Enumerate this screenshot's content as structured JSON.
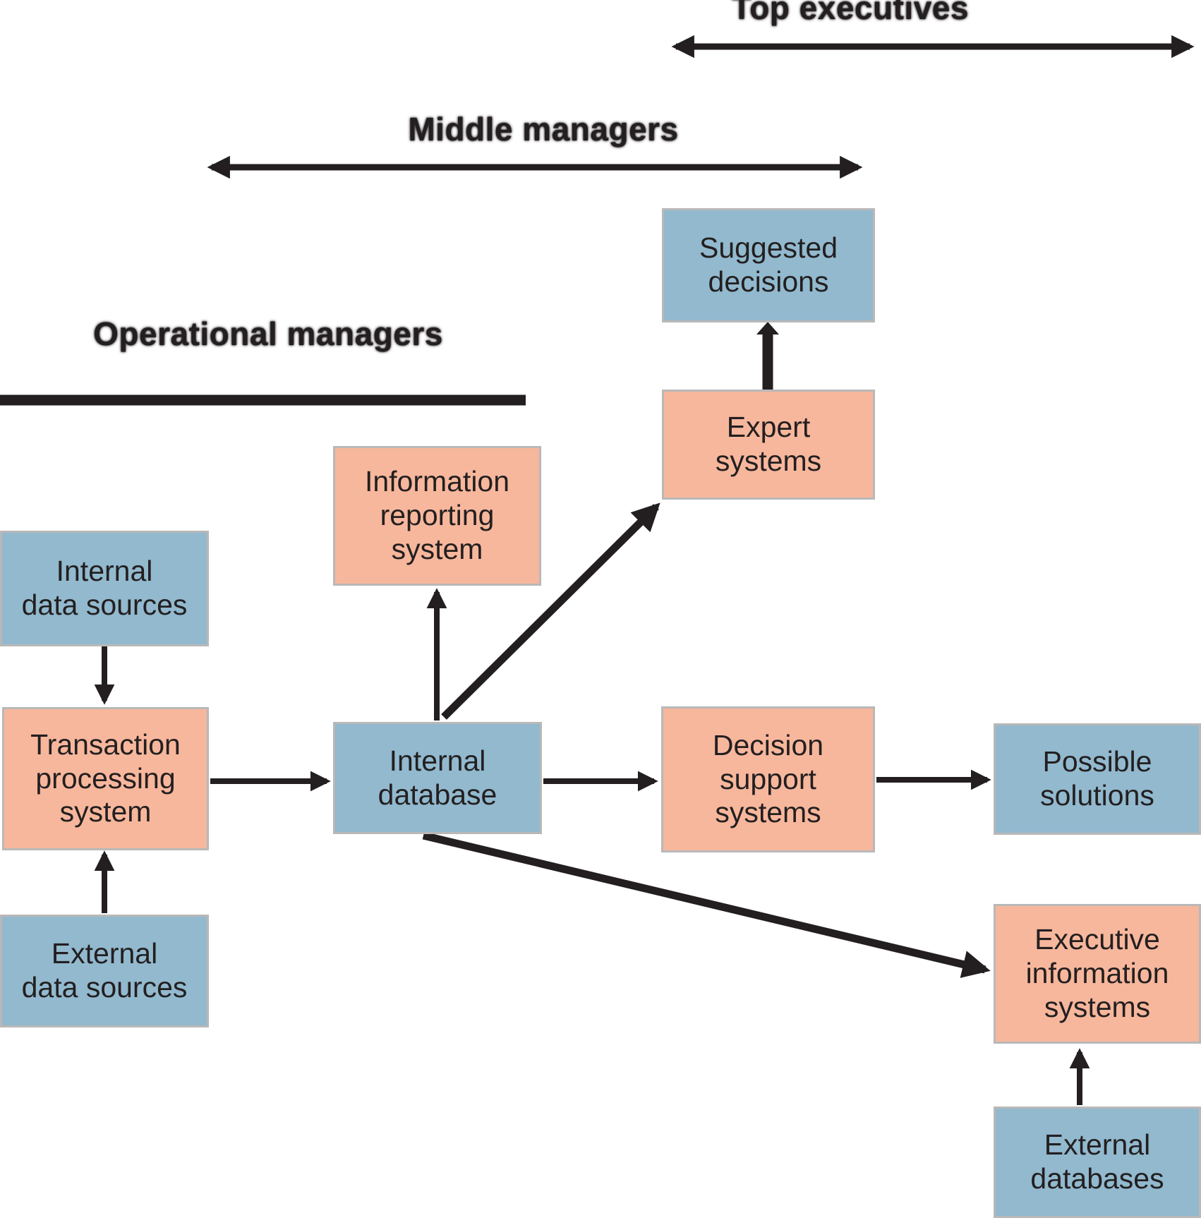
{
  "figure": {
    "type": "flow-diagram",
    "description": "Company information system diagram linking data sources, databases and management information systems to levels of management",
    "section_labels": {
      "top_executives": "Top executives",
      "middle_managers": "Middle managers",
      "operational_managers": "Operational managers"
    },
    "boxes": {
      "internal_data_sources": {
        "label": "Internal\ndata sources",
        "color": "#92b9ce"
      },
      "transaction_processing_system": {
        "label": "Transaction\nprocessing\nsystem",
        "color": "#f7b79c"
      },
      "external_data_sources": {
        "label": "External\ndata sources",
        "color": "#92b9ce"
      },
      "information_reporting_system": {
        "label": "Information\nreporting\nsystem",
        "color": "#f7b79c"
      },
      "internal_database": {
        "label": "Internal\ndatabase",
        "color": "#92b9ce"
      },
      "suggested_decisions": {
        "label": "Suggested\ndecisions",
        "color": "#92b9ce"
      },
      "expert_systems": {
        "label": "Expert\nsystems",
        "color": "#f7b79c"
      },
      "decision_support_systems": {
        "label": "Decision\nsupport\nsystems",
        "color": "#f7b79c"
      },
      "possible_solutions": {
        "label": "Possible\nsolutions",
        "color": "#92b9ce"
      },
      "executive_information_systems": {
        "label": "Executive\ninformation\nsystems",
        "color": "#f7b79c"
      },
      "external_databases": {
        "label": "External\ndatabases",
        "color": "#92b9ce"
      }
    },
    "connections": [
      "Internal data sources -> Transaction processing system",
      "External data sources -> Transaction processing system",
      "Transaction processing system -> Internal database",
      "Internal database -> Information reporting system",
      "Internal database -> Expert systems",
      "Expert systems -> Suggested decisions",
      "Internal database -> Decision support systems",
      "Decision support systems -> Possible solutions",
      "Internal database -> Executive information systems",
      "External databases -> Executive information systems"
    ],
    "colors": {
      "blue_box": "#92b9ce",
      "salmon_box": "#f7b79c",
      "box_border": "#b9b8b8",
      "line": "#231f20",
      "text": "#231f20",
      "background": "#ffffff"
    }
  }
}
